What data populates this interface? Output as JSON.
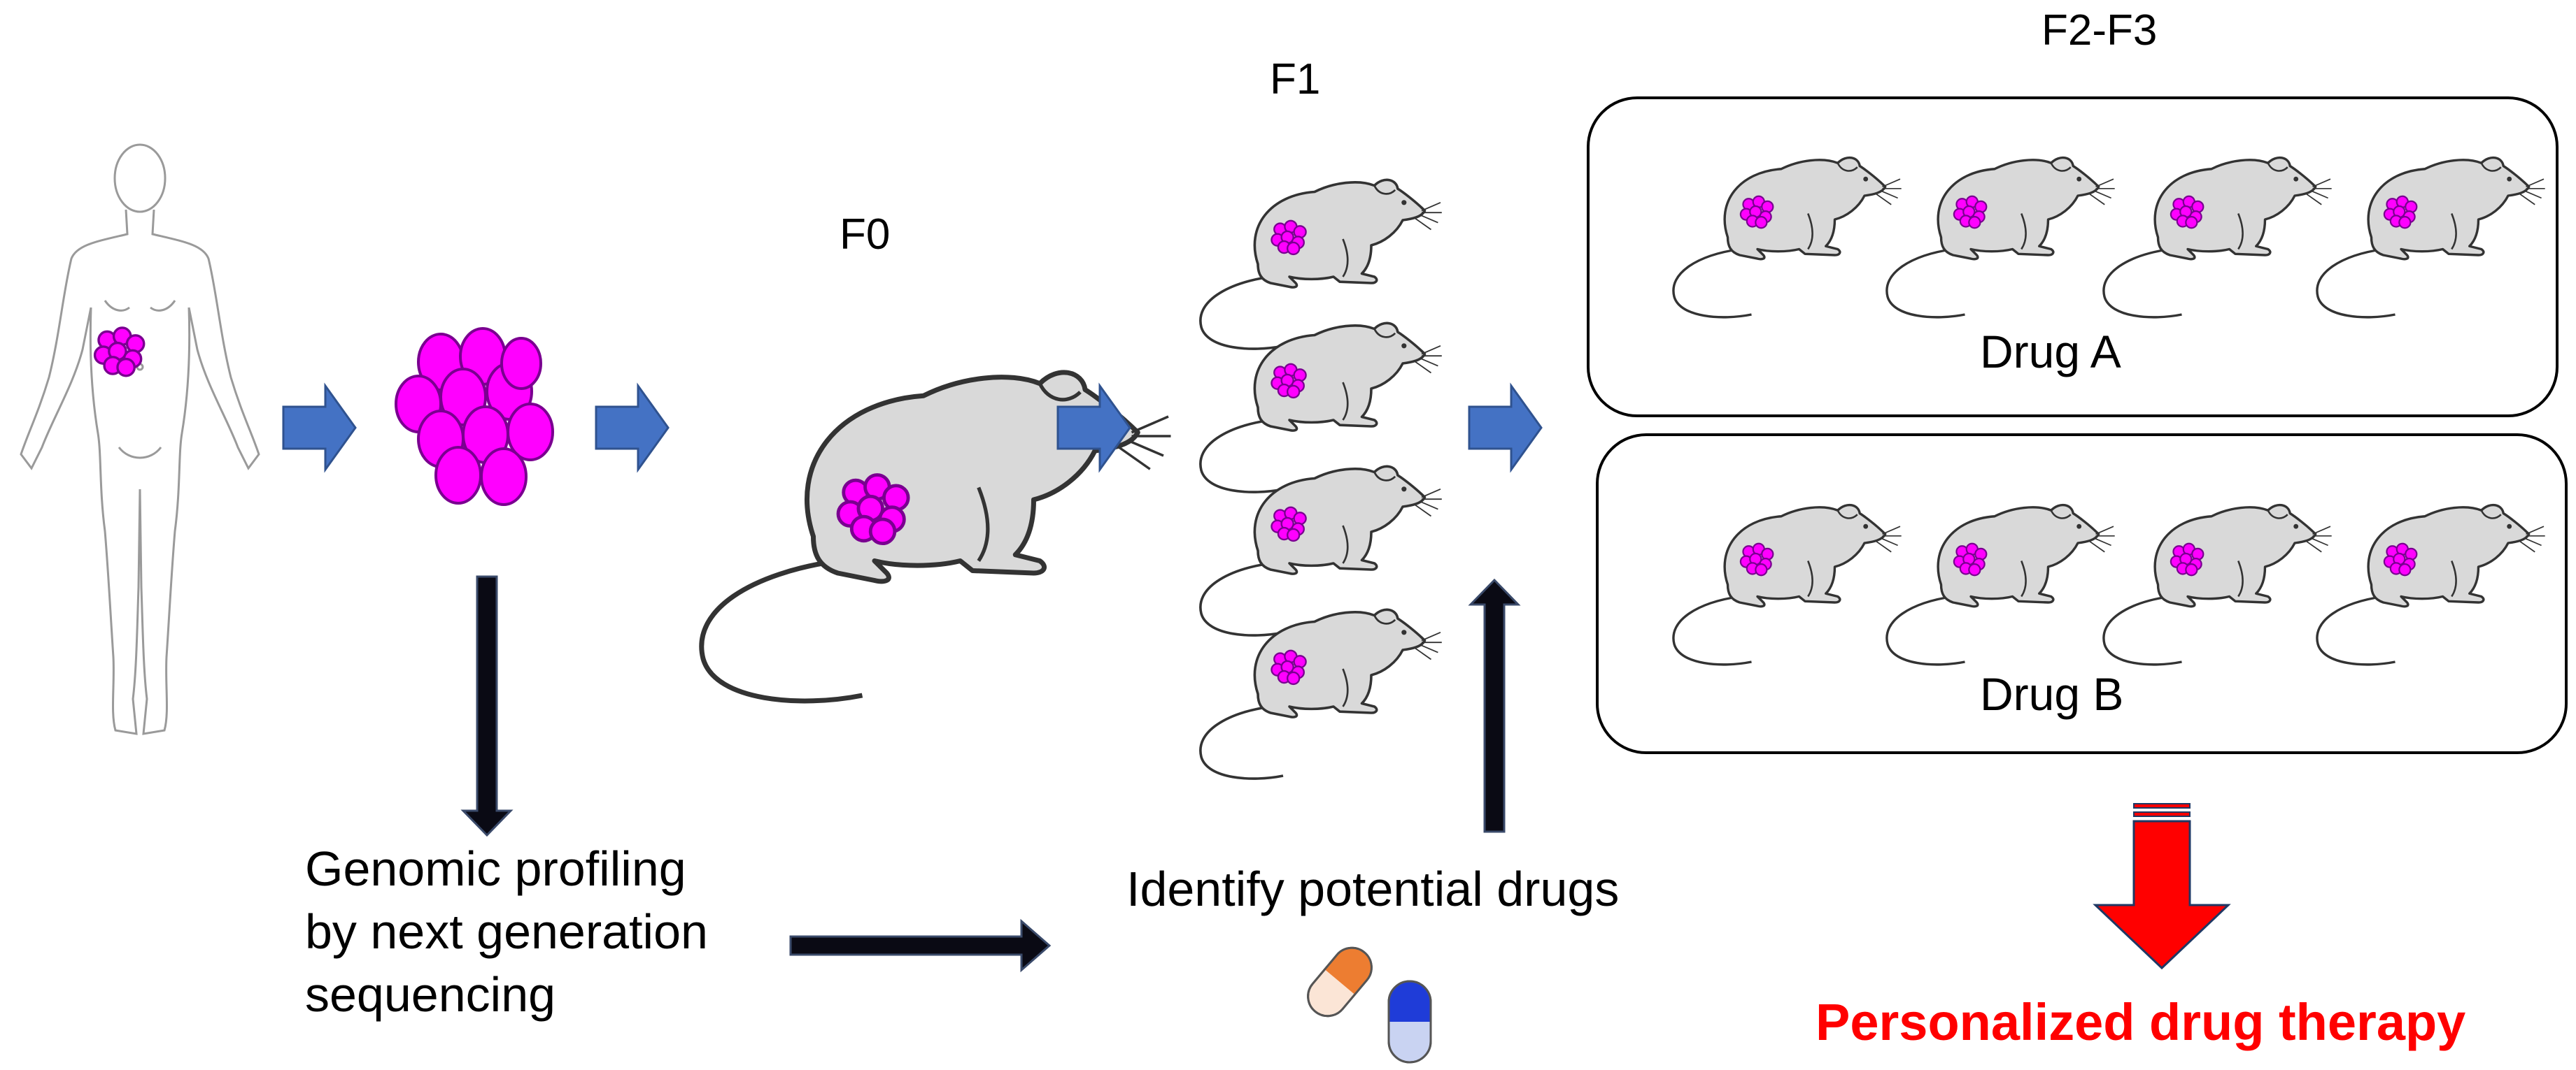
{
  "stages": {
    "f0": "F0",
    "f1": "F1",
    "f2_f3": "F2-F3"
  },
  "groups": {
    "drug_a": "Drug A",
    "drug_b": "Drug B"
  },
  "genomic": {
    "line1": "Genomic profiling",
    "line2": "by next generation",
    "line3": "sequencing"
  },
  "identify": "Identify potential drugs",
  "result": "Personalized drug therapy",
  "colors": {
    "tumor": "#ff00ff",
    "tumor_stroke": "#8800aa",
    "flow_arrow": "#4472c4",
    "dark_arrow": "#0a0a14",
    "result_arrow": "#ff0000",
    "result_text": "#ff0000",
    "mouse_fill": "#d9d9d9"
  },
  "icons": [
    "human-body-icon",
    "tumor-cluster-icon",
    "mouse-icon",
    "pill-capsule-icon"
  ]
}
